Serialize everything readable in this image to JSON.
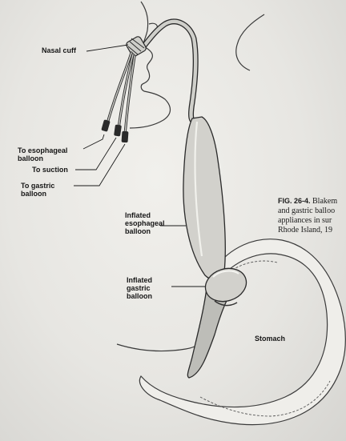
{
  "figure": {
    "labels": {
      "nasal_cuff": "Nasal cuff",
      "to_esophageal_balloon": "To esophageal\nballoon",
      "to_suction": "To suction",
      "to_gastric_balloon": "To gastric\nballoon",
      "inflated_esophageal_balloon": "Inflated\nesophageal\nballoon",
      "inflated_gastric_balloon": "Inflated\ngastric\nballoon",
      "stomach": "Stomach"
    },
    "caption": {
      "fig_number": "FIG. 26-4.",
      "line1_rest": "Blakem",
      "line2": "and gastric balloo",
      "line3": "appliances in sur",
      "line4": "Rhode Island, 19"
    }
  }
}
